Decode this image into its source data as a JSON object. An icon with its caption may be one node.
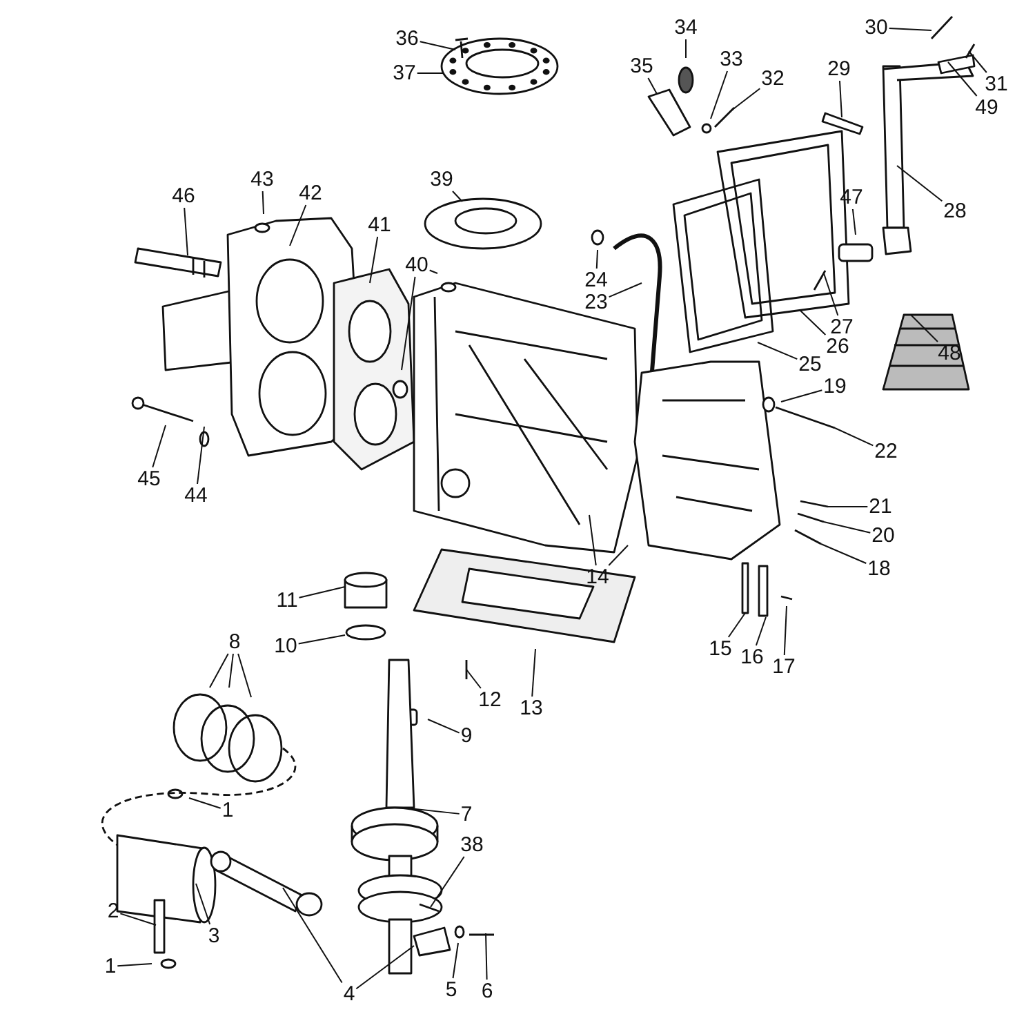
{
  "diagram": {
    "nodes": [
      {
        "text": [
          "36"
        ]
      },
      {
        "text": [
          "37"
        ]
      },
      {
        "text": [
          "34"
        ]
      },
      {
        "text": [
          "30"
        ]
      },
      {
        "text": [
          "35"
        ]
      },
      {
        "text": [
          "33"
        ]
      },
      {
        "text": [
          "32"
        ]
      },
      {
        "text": [
          "31"
        ]
      },
      {
        "text": [
          "49"
        ]
      },
      {
        "text": [
          "29"
        ]
      },
      {
        "text": [
          "46"
        ]
      },
      {
        "text": [
          "43"
        ]
      },
      {
        "text": [
          "42"
        ]
      },
      {
        "text": [
          "39"
        ]
      },
      {
        "text": [
          "41"
        ]
      },
      {
        "text": [
          "40"
        ]
      },
      {
        "text": [
          "47"
        ]
      },
      {
        "text": [
          "28"
        ]
      },
      {
        "text": [
          "24"
        ]
      },
      {
        "text": [
          "23"
        ]
      },
      {
        "text": [
          "27"
        ]
      },
      {
        "text": [
          "26"
        ]
      },
      {
        "text": [
          "48"
        ]
      },
      {
        "text": [
          "25"
        ]
      },
      {
        "text": [
          "19"
        ]
      },
      {
        "text": [
          "45"
        ]
      },
      {
        "text": [
          "44"
        ]
      },
      {
        "text": [
          "22"
        ]
      },
      {
        "text": [
          "21"
        ]
      },
      {
        "text": [
          "20"
        ]
      },
      {
        "text": [
          "18"
        ]
      },
      {
        "text": [
          "14"
        ]
      },
      {
        "text": [
          "11"
        ]
      },
      {
        "text": [
          "10"
        ]
      },
      {
        "text": [
          "8"
        ]
      },
      {
        "text": [
          "15"
        ]
      },
      {
        "text": [
          "16"
        ]
      },
      {
        "text": [
          "17"
        ]
      },
      {
        "text": [
          "13"
        ]
      },
      {
        "text": [
          "12"
        ]
      },
      {
        "text": [
          "9"
        ]
      },
      {
        "text": [
          "1"
        ]
      },
      {
        "text": [
          "7"
        ]
      },
      {
        "text": [
          "38"
        ]
      },
      {
        "text": [
          "2"
        ]
      },
      {
        "text": [
          "3"
        ]
      },
      {
        "text": [
          "1"
        ]
      },
      {
        "text": [
          "4"
        ]
      },
      {
        "text": [
          "5"
        ]
      },
      {
        "text": [
          "6"
        ]
      }
    ],
    "edges": [
      {
        "from": 0,
        "to": null,
        "arrow": "none"
      },
      {
        "from": 1,
        "to": null,
        "arrow": "none"
      },
      {
        "from": 2,
        "to": null,
        "arrow": "none"
      },
      {
        "from": 3,
        "to": null,
        "arrow": "none"
      },
      {
        "from": 4,
        "to": null,
        "arrow": "none"
      },
      {
        "from": 5,
        "to": null,
        "arrow": "none"
      },
      {
        "from": 6,
        "to": null,
        "arrow": "none"
      },
      {
        "from": 7,
        "to": null,
        "arrow": "none"
      },
      {
        "from": 8,
        "to": null,
        "arrow": "none"
      },
      {
        "from": 9,
        "to": null,
        "arrow": "none"
      },
      {
        "from": 10,
        "to": null,
        "arrow": "none"
      },
      {
        "from": 11,
        "to": null,
        "arrow": "none"
      },
      {
        "from": 12,
        "to": null,
        "arrow": "none"
      },
      {
        "from": 13,
        "to": null,
        "arrow": "none"
      },
      {
        "from": 14,
        "to": null,
        "arrow": "none"
      },
      {
        "from": 15,
        "to": null,
        "arrow": "none"
      },
      {
        "from": 15,
        "to": null,
        "arrow": "none"
      },
      {
        "from": 16,
        "to": null,
        "arrow": "none"
      },
      {
        "from": 17,
        "to": null,
        "arrow": "none"
      },
      {
        "from": 18,
        "to": null,
        "arrow": "none"
      },
      {
        "from": 19,
        "to": null,
        "arrow": "none"
      },
      {
        "from": 20,
        "to": null,
        "arrow": "none"
      },
      {
        "from": 21,
        "to": null,
        "arrow": "none"
      },
      {
        "from": 22,
        "to": null,
        "arrow": "none"
      },
      {
        "from": 23,
        "to": null,
        "arrow": "none"
      },
      {
        "from": 24,
        "to": null,
        "arrow": "none"
      },
      {
        "from": 25,
        "to": null,
        "arrow": "none"
      },
      {
        "from": 26,
        "to": null,
        "arrow": "none"
      },
      {
        "from": 27,
        "to": null,
        "arrow": "none"
      },
      {
        "from": 28,
        "to": null,
        "arrow": "none"
      },
      {
        "from": 29,
        "to": null,
        "arrow": "none"
      },
      {
        "from": 30,
        "to": null,
        "arrow": "none"
      },
      {
        "from": 31,
        "to": null,
        "arrow": "none"
      },
      {
        "from": 31,
        "to": null,
        "arrow": "none"
      },
      {
        "from": 32,
        "to": null,
        "arrow": "none"
      },
      {
        "from": 33,
        "to": null,
        "arrow": "none"
      },
      {
        "from": 34,
        "to": null,
        "arrow": "none"
      },
      {
        "from": 34,
        "to": null,
        "arrow": "none"
      },
      {
        "from": 34,
        "to": null,
        "arrow": "none"
      },
      {
        "from": 35,
        "to": null,
        "arrow": "none"
      },
      {
        "from": 36,
        "to": null,
        "arrow": "none"
      },
      {
        "from": 37,
        "to": null,
        "arrow": "none"
      },
      {
        "from": 38,
        "to": null,
        "arrow": "none"
      },
      {
        "from": 39,
        "to": null,
        "arrow": "none"
      },
      {
        "from": 40,
        "to": null,
        "arrow": "none"
      },
      {
        "from": 41,
        "to": null,
        "arrow": "none"
      },
      {
        "from": 42,
        "to": null,
        "arrow": "none"
      },
      {
        "from": 43,
        "to": null,
        "arrow": "none"
      },
      {
        "from": 44,
        "to": null,
        "arrow": "none"
      },
      {
        "from": 45,
        "to": null,
        "arrow": "none"
      },
      {
        "from": 46,
        "to": null,
        "arrow": "none"
      },
      {
        "from": 47,
        "to": null,
        "arrow": "none"
      },
      {
        "from": 47,
        "to": null,
        "arrow": "none"
      },
      {
        "from": 48,
        "to": null,
        "arrow": "none"
      },
      {
        "from": 49,
        "to": null,
        "arrow": "none"
      }
    ]
  }
}
